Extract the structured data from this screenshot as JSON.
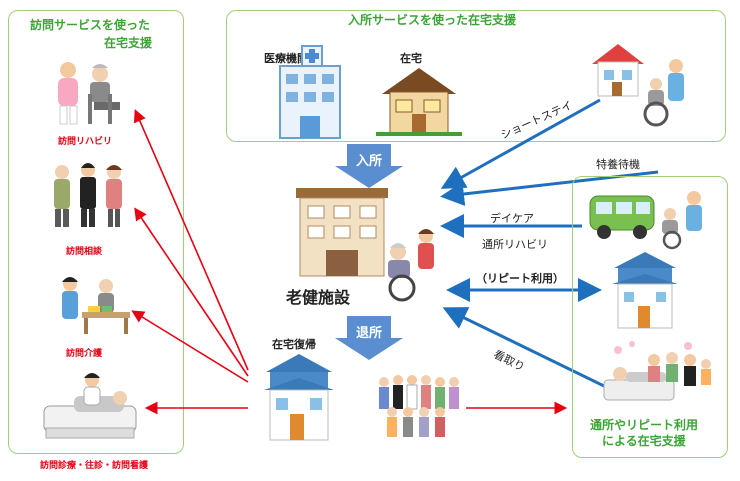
{
  "left_panel": {
    "title_line1": "訪問サービスを使った",
    "title_line2": "在宅支援",
    "items": [
      {
        "label": "訪問リハビリ"
      },
      {
        "label": "訪問相談"
      },
      {
        "label": "訪問介護"
      },
      {
        "label": "訪問診療・往診・訪問看護"
      }
    ]
  },
  "top_panel": {
    "title": "入所サービスを使った在宅支援",
    "hospital_label": "医療機関",
    "home_label": "在宅"
  },
  "center": {
    "facility_label": "老健施設",
    "admission_label": "入所",
    "discharge_label": "退所",
    "return_home_label": "在宅復帰"
  },
  "right_panel": {
    "title_line1": "通所やリピート利用",
    "title_line2": "による在宅支援"
  },
  "flows": {
    "short_stay": "ショートステイ",
    "waiting": "特養待機",
    "day_care": "デイケア",
    "day_rehab": "通所リハビリ",
    "repeat_use": "（リピート利用）",
    "end_of_life": "看取り"
  },
  "colors": {
    "panel_border": "#9fd07a",
    "title_green": "#3aa535",
    "arrow_red": "#e60012",
    "arrow_blue": "#1f6fbf",
    "block_arrow": "#5b8ed0"
  }
}
